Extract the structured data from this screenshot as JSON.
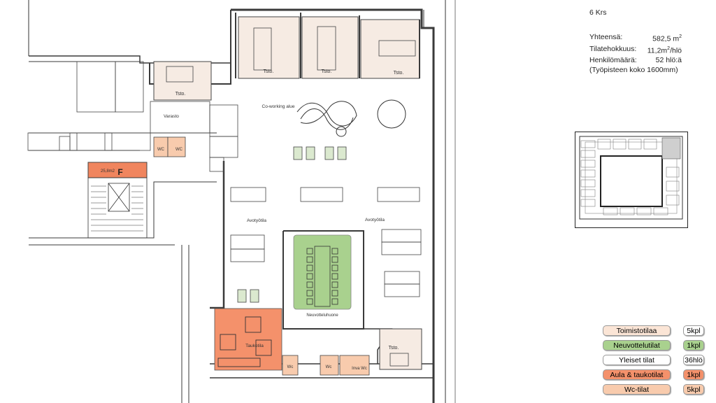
{
  "info": {
    "floor": "6 Krs",
    "total_label": "Yhteensä:",
    "total_value": "582,5 m",
    "efficiency_label": "Tilatehokkuus:",
    "efficiency_value": "11,2m",
    "efficiency_unit": "/hlö",
    "people_label": "Henkilömäärä:",
    "people_value": "52 hlö:ä",
    "note": "(Työpisteen koko 1600mm)"
  },
  "plan_labels": {
    "tsto": "Tsto.",
    "varasto": "Varasto",
    "wc": "WC",
    "wc_small": "Wc",
    "inva_wc": "Inva Wc",
    "lobby": "25,8m2",
    "lobby_letter": "F",
    "coworking": "Co-working alue",
    "avotyotila": "Avotyötila",
    "neuvotteluhuone": "Neuvotteluhuone",
    "taukotila": "Taukotila"
  },
  "legend": [
    {
      "name": "Toimistotilaa",
      "count": "5kpl",
      "color": "#fbe5d6",
      "count_color": "#ffffff"
    },
    {
      "name": "Neuvottelutilat",
      "count": "1kpl",
      "color": "#a9d18e",
      "count_color": "#a9d18e"
    },
    {
      "name": "Yleiset tilat",
      "count": "36hlö",
      "color": "#ffffff",
      "count_color": "#ffffff"
    },
    {
      "name": "Aula & taukotilat",
      "count": "1kpl",
      "color": "#f4916b",
      "count_color": "#f4916b"
    },
    {
      "name": "Wc-tilat",
      "count": "5kpl",
      "color": "#f8cbad",
      "count_color": "#f8cbad"
    }
  ],
  "colors": {
    "office": "#f6ebe3",
    "meeting": "#a9d18e",
    "lobby": "#f0855e",
    "wc": "#f8cbad",
    "wall": "#3a3a3a"
  }
}
